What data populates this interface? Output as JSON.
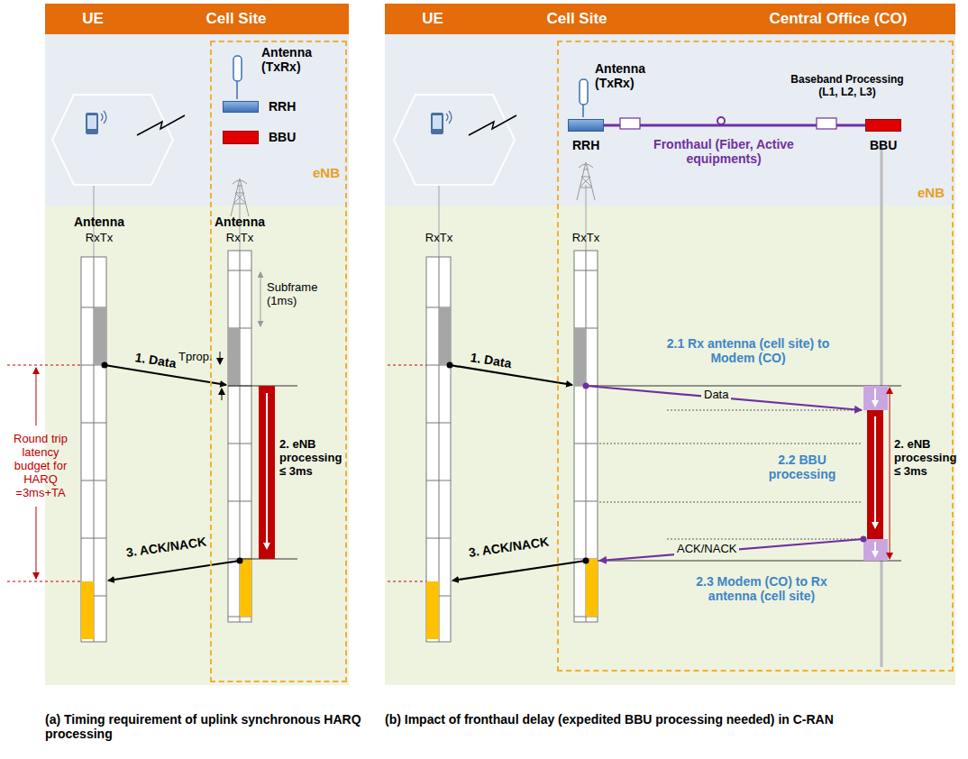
{
  "diagram": {
    "nodes": [
      {
        "text": [
          "eNB"
        ]
      },
      {
        "text": [
          "RRH"
        ],
        "in": 0
      },
      {
        "text": [
          "BBU"
        ],
        "in": 0
      },
      {
        "text": [
          "eNB"
        ]
      },
      {
        "text": [
          "RRH"
        ],
        "in": 3
      },
      {
        "text": [
          "BBU"
        ],
        "in": 3
      }
    ],
    "edges": [
      {
        "from": 4,
        "to": 5,
        "arrow": "none",
        "label": "Fronthaul (Fiber, Active equipments)"
      }
    ],
    "labels": [
      "UE",
      "Cell Site",
      "Antenna (TxRx)",
      "Antenna",
      "RxTx",
      "Antenna",
      "RxTx",
      "Subframe (1ms)",
      "Tprop.",
      "1. Data",
      "2. eNB processing ≤ 3ms",
      "3. ACK/NACK",
      "Round trip latency budget for HARQ =3ms+TA",
      "(a) Timing requirement of uplink synchronous HARQ processing",
      "UE",
      "Cell Site",
      "Central Office (CO)",
      "Antenna (TxRx)",
      "Baseband Processing (L1, L2, L3)",
      "RxTx",
      "RxTx",
      "1. Data",
      "2.1 Rx antenna (cell site) to Modem (CO)",
      "Data",
      "2.2 BBU processing",
      "2. eNB processing ≤ 3ms",
      "ACK/NACK",
      "3. ACK/NACK",
      "2.3 Modem (CO) to Rx antenna (cell site)",
      "(b) Impact of fronthaul delay (expedited BBU processing needed) in C-RAN"
    ]
  }
}
